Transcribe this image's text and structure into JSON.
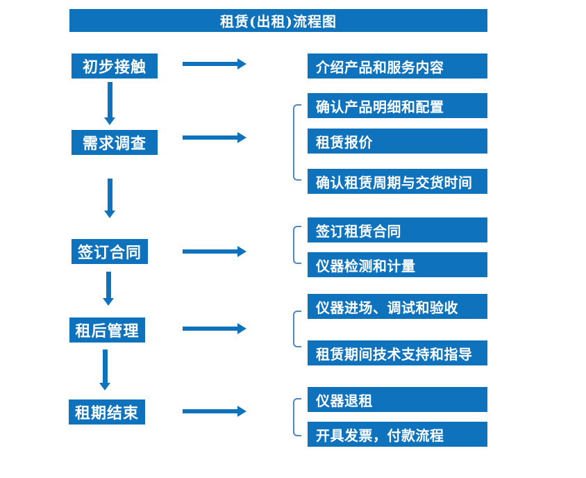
{
  "title": "租赁(出租)流程图",
  "colors": {
    "primary_blue": "#0E72BC",
    "bracket_blue": "#4F86C6",
    "text_white": "#FFFFFF",
    "background": "#FFFFFF"
  },
  "flow": {
    "stages": [
      {
        "label": "初步接触",
        "details": [
          "介绍产品和服务内容"
        ]
      },
      {
        "label": "需求调查",
        "details": [
          "确认产品明细和配置",
          "租赁报价",
          "确认租赁周期与交货时间"
        ]
      },
      {
        "label": "签订合同",
        "details": [
          "签订租赁合同",
          "仪器检测和计量"
        ]
      },
      {
        "label": "租后管理",
        "details": [
          "仪器进场、调试和验收",
          "租赁期间技术支持和指导"
        ]
      },
      {
        "label": "租期结束",
        "details": [
          "仪器退租",
          "开具发票，付款流程"
        ]
      }
    ]
  }
}
